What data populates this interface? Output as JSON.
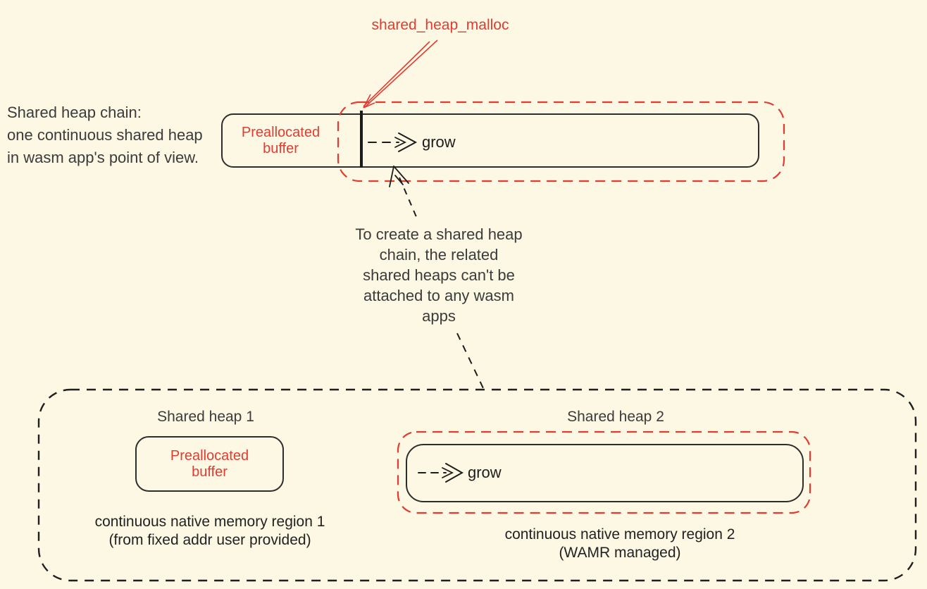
{
  "palette": {
    "background": "#FCF8E3",
    "accent_red": "#E33B32",
    "ink": "#1F1F1F",
    "note_text": "#3B3B3B"
  },
  "annotations": {
    "malloc_label": "shared_heap_malloc",
    "chain_note": [
      "Shared heap chain:",
      "one continuous shared heap",
      "in wasm app's point of view."
    ],
    "middle_note": [
      "To create a shared heap",
      "chain, the related",
      "shared heaps can't be",
      "attached to any wasm",
      "apps"
    ]
  },
  "heap_chain": {
    "buffer_label": [
      "Preallocated",
      "buffer"
    ],
    "grow_label": "grow"
  },
  "regions": {
    "heap1": {
      "title": "Shared heap 1",
      "buffer_label": [
        "Preallocated",
        "buffer"
      ],
      "caption": [
        "continuous native memory region 1",
        "(from fixed addr user provided)"
      ]
    },
    "heap2": {
      "title": "Shared heap 2",
      "grow_label": "grow",
      "caption": [
        "continuous native memory region 2",
        "(WAMR managed)"
      ]
    }
  }
}
